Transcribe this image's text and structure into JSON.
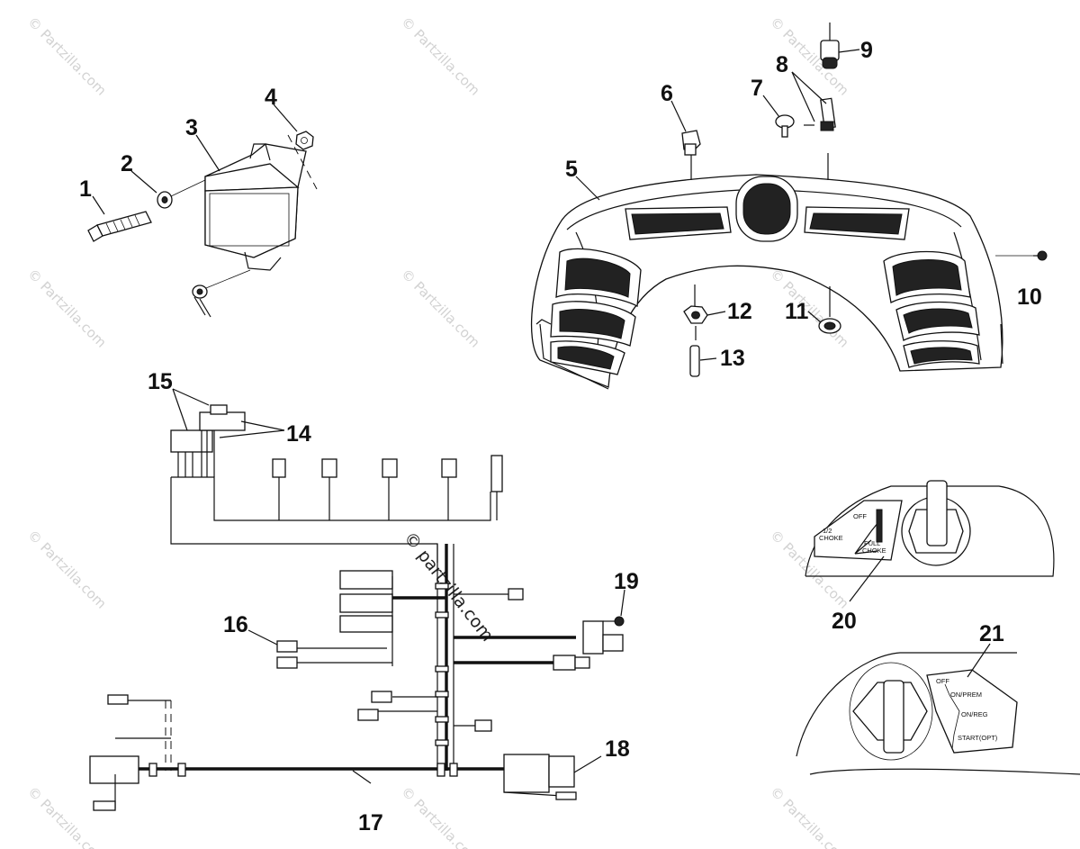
{
  "watermark": "© Partzilla.com",
  "watermark_center": "© partzilla.com",
  "callouts": [
    "1",
    "2",
    "3",
    "4",
    "5",
    "6",
    "7",
    "8",
    "9",
    "10",
    "11",
    "12",
    "13",
    "14",
    "15",
    "16",
    "17",
    "18",
    "19",
    "20",
    "21"
  ],
  "choke_labels": {
    "off": "OFF",
    "half_choke_top": "1/2",
    "half_choke_bottom": "CHOKE",
    "full_top": "FULL",
    "full_bottom": "CHOKE"
  },
  "ignition_labels": {
    "off": "OFF",
    "on_prem": "ON/PREM",
    "on_reg": "ON/REG",
    "start": "START(OPT)"
  }
}
